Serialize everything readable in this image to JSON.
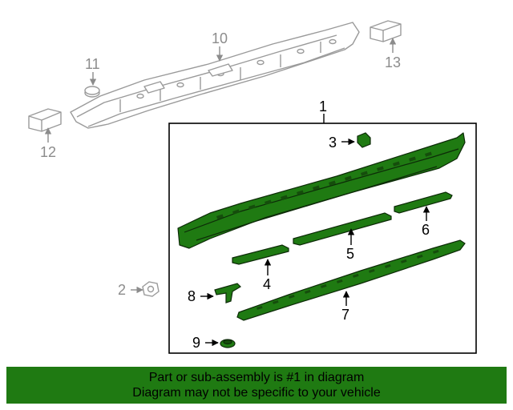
{
  "colors": {
    "highlight_part": "#1f7a12",
    "other_part_outline": "#9a9a9a",
    "banner_background": "#1f7a12"
  },
  "callouts": {
    "c1": "1",
    "c2": "2",
    "c3": "3",
    "c4": "4",
    "c5": "5",
    "c6": "6",
    "c7": "7",
    "c8": "8",
    "c9": "9",
    "c10": "10",
    "c11": "11",
    "c12": "12",
    "c13": "13"
  },
  "banner": {
    "line1": "Part or sub-assembly is #1 in diagram",
    "line2": "Diagram may not be specific to your vehicle"
  }
}
